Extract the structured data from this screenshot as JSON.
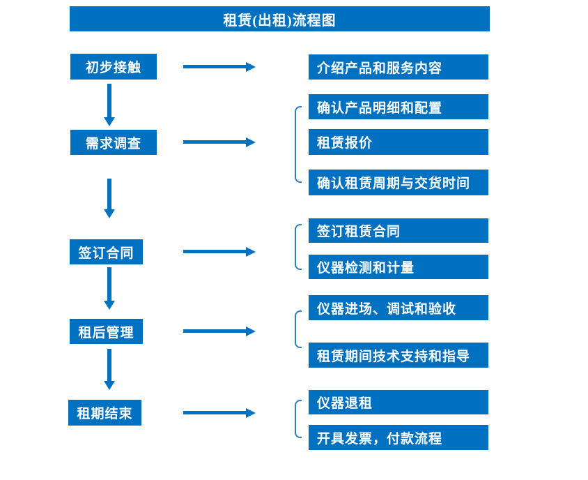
{
  "title": "租赁(出租)流程图",
  "colors": {
    "accent": "#0070c0",
    "bracket": "#2e7bbf",
    "text": "#ffffff",
    "background": "#ffffff"
  },
  "steps": [
    {
      "label": "初步接触",
      "details": [
        "介绍产品和服务内容"
      ]
    },
    {
      "label": "需求调查",
      "details": [
        "确认产品明细和配置",
        "租赁报价",
        "确认租赁周期与交货时间"
      ]
    },
    {
      "label": "签订合同",
      "details": [
        "签订租赁合同",
        "仪器检测和计量"
      ]
    },
    {
      "label": "租后管理",
      "details": [
        "仪器进场、调试和验收",
        "租赁期间技术支持和指导"
      ]
    },
    {
      "label": "租期结束",
      "details": [
        "仪器退租",
        "开具发票，付款流程"
      ]
    }
  ]
}
